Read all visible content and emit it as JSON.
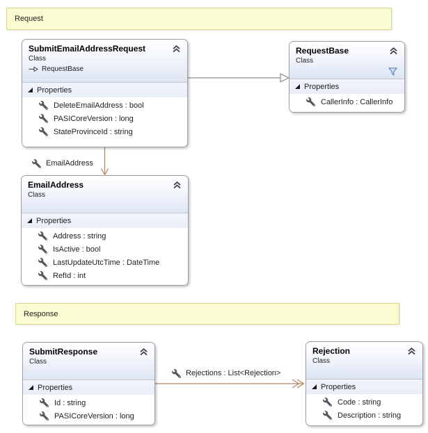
{
  "comments": {
    "request": "Request",
    "response": "Response"
  },
  "classes": {
    "submitEmailAddressRequest": {
      "name": "SubmitEmailAddressRequest",
      "kind": "Class",
      "inherits": "RequestBase",
      "properties_label": "Properties",
      "properties": [
        "DeleteEmailAddress : bool",
        "PASICoreVersion : long",
        "StateProvinceId : string"
      ]
    },
    "requestBase": {
      "name": "RequestBase",
      "kind": "Class",
      "properties_label": "Properties",
      "properties": [
        "CallerInfo : CallerInfo"
      ]
    },
    "emailAddress": {
      "name": "EmailAddress",
      "kind": "Class",
      "properties_label": "Properties",
      "properties": [
        "Address : string",
        "IsActive : bool",
        "LastUpdateUtcTime : DateTime",
        "RefId : int"
      ]
    },
    "submitResponse": {
      "name": "SubmitResponse",
      "kind": "Class",
      "properties_label": "Properties",
      "properties": [
        "Id : string",
        "PASICoreVersion : long"
      ]
    },
    "rejection": {
      "name": "Rejection",
      "kind": "Class",
      "properties_label": "Properties",
      "properties": [
        "Code : string",
        "Description : string"
      ]
    }
  },
  "associations": {
    "emailAddress": {
      "label": "EmailAddress"
    },
    "rejections": {
      "label": "Rejections : List<Rejection>"
    }
  },
  "colors": {
    "comment_bg": "#fbfbd2",
    "comment_border": "#d9d78a",
    "header_tint": "#dde5f3",
    "association_line": "#b5825f",
    "inheritance_line": "#8a8a8a",
    "filter_icon_blue": "#4d79b8",
    "icon_gray": "#55585e"
  }
}
